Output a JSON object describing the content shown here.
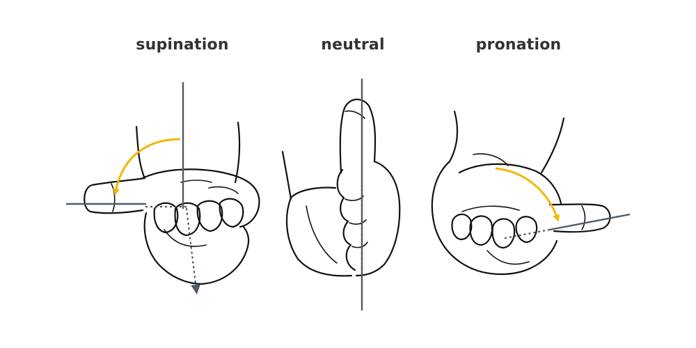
{
  "labels": {
    "supination": "supination",
    "neutral": "neutral",
    "pronation": "pronation"
  },
  "colors": {
    "axis": "#4f5b66",
    "rotation_arrow": "#f2b705",
    "outline": "#111111",
    "label_text": "#333333"
  },
  "figures": [
    {
      "name": "supination",
      "illustration": "hand-palm-up-icon"
    },
    {
      "name": "neutral",
      "illustration": "hand-thumb-up-icon"
    },
    {
      "name": "pronation",
      "illustration": "hand-palm-down-icon"
    }
  ]
}
